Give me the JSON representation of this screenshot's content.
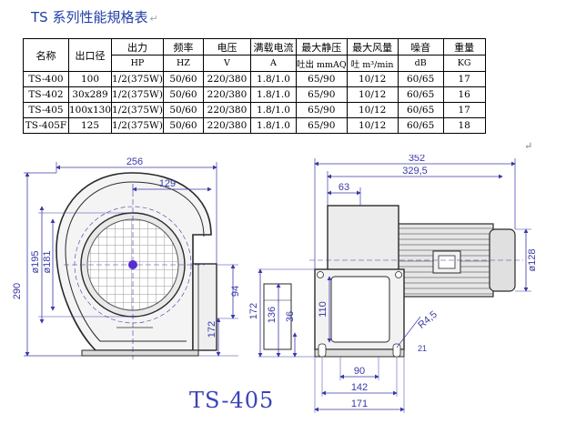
{
  "title": "TS 系列性能規格表",
  "return_mark": "↵",
  "table": {
    "headers": [
      {
        "top": "名称",
        "unit": ""
      },
      {
        "top": "出口径",
        "unit": ""
      },
      {
        "top": "出力",
        "unit": "HP"
      },
      {
        "top": "频率",
        "unit": "HZ"
      },
      {
        "top": "电压",
        "unit": "V"
      },
      {
        "top": "满载电流",
        "unit": "A"
      },
      {
        "top": "最大静压",
        "unit": "吐出 mmAQ"
      },
      {
        "top": "最大风量",
        "unit": "吐 m³/min"
      },
      {
        "top": "噪音",
        "unit": "dB"
      },
      {
        "top": "重量",
        "unit": "KG"
      }
    ],
    "rows": [
      [
        "TS-400",
        "100",
        "1/2(375W)",
        "50/60",
        "220/380",
        "1.8/1.0",
        "65/90",
        "10/12",
        "60/65",
        "17"
      ],
      [
        "TS-402",
        "30x289",
        "1/2(375W)",
        "50/60",
        "220/380",
        "1.8/1.0",
        "65/90",
        "10/12",
        "60/65",
        "16"
      ],
      [
        "TS-405",
        "100x130",
        "1/2(375W)",
        "50/60",
        "220/380",
        "1.8/1.0",
        "65/90",
        "10/12",
        "60/65",
        "17"
      ],
      [
        "TS-405F",
        "125",
        "1/2(375W)",
        "50/60",
        "220/380",
        "1.8/1.0",
        "65/90",
        "10/12",
        "60/65",
        "18"
      ]
    ]
  },
  "dimensions": {
    "left": {
      "d256": "256",
      "d129": "129",
      "d290": "290",
      "d195": "ø195",
      "d181": "ø181",
      "d94": "94",
      "d172": "172"
    },
    "right": {
      "d352": "352",
      "d3295": "329,5",
      "d63": "63",
      "d128": "ø128",
      "d136": "136",
      "d36": "36",
      "d110": "110",
      "d172": "172",
      "dR45": "R4,5",
      "d90": "90",
      "d142": "142",
      "d171": "171",
      "d21": "21"
    }
  },
  "model_label": "TS-405",
  "colors": {
    "title": "#1f3fa6",
    "dimension": "#3a3aa8",
    "line": "#2a2a2a",
    "hub": "#5b2bd6",
    "grid": "#9a9a9a"
  }
}
